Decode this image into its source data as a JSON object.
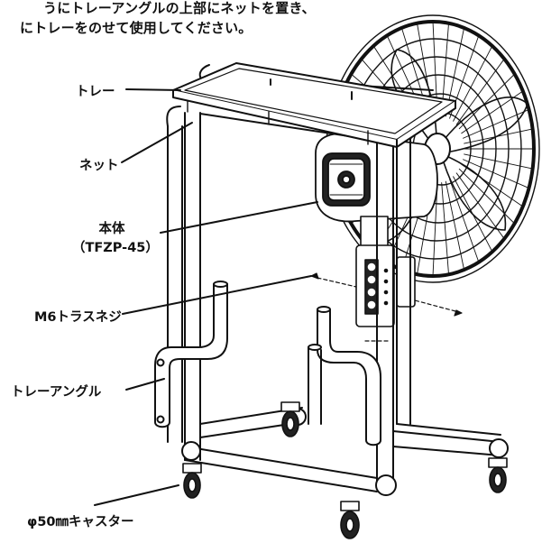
{
  "instructions": [
    "うにトレーアングルの上部にネットを置き、",
    "にトレーをのせて使用してください。"
  ],
  "labels": {
    "tray": "トレー",
    "net": "ネット",
    "body_line1": "本体",
    "body_line2": "（TFZP-45）",
    "screw": "M6トラスネジ",
    "angle": "トレーアングル",
    "caster": "φ50㎜キャスター"
  }
}
